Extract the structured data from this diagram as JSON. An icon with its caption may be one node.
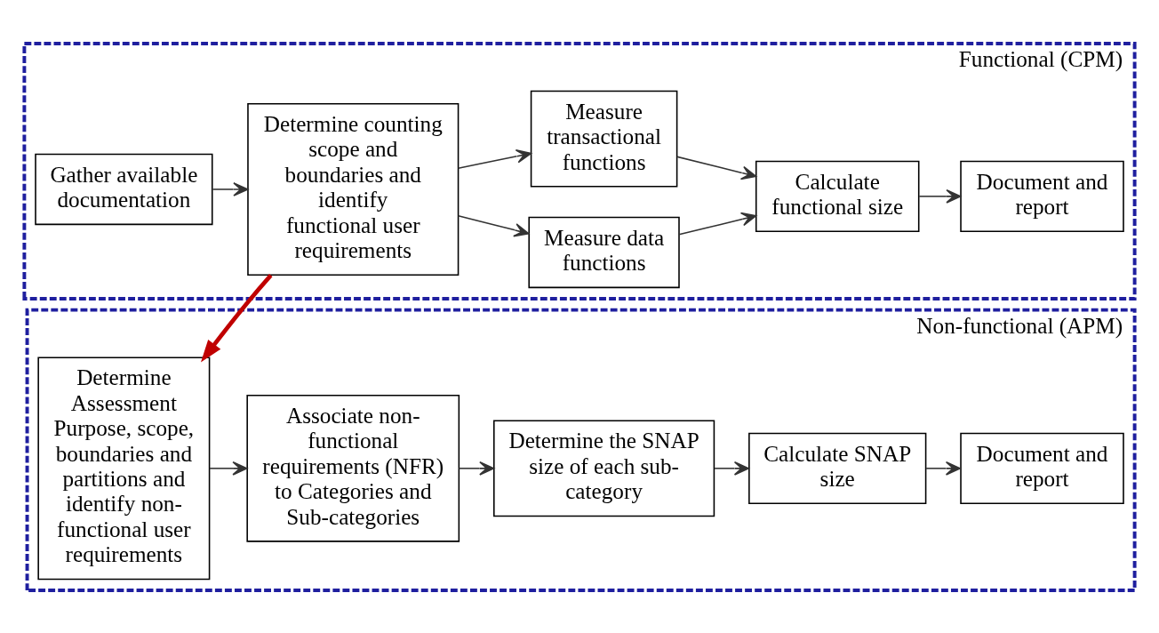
{
  "diagram": {
    "nodes": [
      {
        "text": [
          "Functional (CPM)"
        ]
      },
      {
        "text": [
          "Gather available documentation"
        ],
        "in": 0
      },
      {
        "text": [
          "Determine counting scope and boundaries and identify functional user requirements"
        ],
        "in": 0
      },
      {
        "text": [
          "Measure data functions"
        ],
        "in": 0
      },
      {
        "text": [
          "Measure transactional functions"
        ],
        "in": 0
      },
      {
        "text": [
          "Calculate functional size"
        ],
        "in": 0
      },
      {
        "text": [
          "Document and report"
        ],
        "in": 0
      },
      {
        "text": [
          "Non-functional (APM)"
        ]
      },
      {
        "text": [
          "Determine Assessment Purpose, scope, boundaries and partitions and identify non-functional user requirements"
        ],
        "in": 7
      },
      {
        "text": [
          "Associate non-functional requirements (NFR) to Categories and Sub-categories"
        ],
        "in": 7
      },
      {
        "text": [
          "Determine the SNAP size of each sub-category"
        ],
        "in": 7
      },
      {
        "text": [
          "Calculate SNAP size"
        ],
        "in": 7
      },
      {
        "text": [
          "Document and report"
        ],
        "in": 7
      }
    ],
    "edges": [
      {
        "from": 1,
        "to": 2,
        "arrow": "to"
      },
      {
        "from": 2,
        "to": 3,
        "arrow": "to"
      },
      {
        "from": 2,
        "to": 4,
        "arrow": "to"
      },
      {
        "from": 3,
        "to": 5,
        "arrow": "to"
      },
      {
        "from": 4,
        "to": 5,
        "arrow": "to"
      },
      {
        "from": 5,
        "to": 6,
        "arrow": "to"
      },
      {
        "from": 2,
        "to": 8,
        "arrow": "to",
        "style": "thick",
        "color": "#c00000"
      },
      {
        "from": 8,
        "to": 9,
        "arrow": "to"
      },
      {
        "from": 9,
        "to": 10,
        "arrow": "to"
      },
      {
        "from": 10,
        "to": 11,
        "arrow": "to"
      },
      {
        "from": 11,
        "to": 12,
        "arrow": "to"
      }
    ]
  }
}
